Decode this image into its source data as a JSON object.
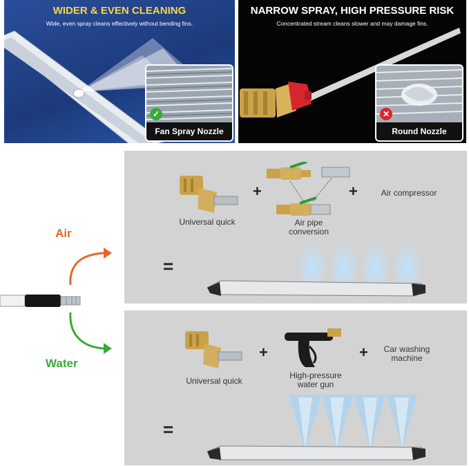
{
  "left_panel": {
    "title": "WIDER & EVEN CLEANING",
    "subtitle": "Wide, even spray cleans effectively without bending fins.",
    "inset_label": "Fan Spray Nozzle"
  },
  "right_panel": {
    "title": "NARROW SPRAY, HIGH PRESSURE RISK",
    "subtitle": "Concentrated stream cleans slower and may damage fins.",
    "inset_label": "Round Nozzle"
  },
  "air_row": {
    "side_label": "Air",
    "universal_label": "Universal quick",
    "conversion_label": "Air pipe conversion",
    "compressor_label": "Air compressor",
    "plus": "+",
    "equals": "="
  },
  "water_row": {
    "side_label": "Water",
    "universal_label": "Universal quick",
    "gun_label": "High-pressure water gun",
    "machine_label": "Car washing machine",
    "plus": "+",
    "equals": "="
  },
  "colors": {
    "air_accent": "#e8652a",
    "water_accent": "#3aaa35",
    "brass": "#c9a24a",
    "nozzle_red": "#d8262f",
    "title_yellow": "#f6d54c"
  },
  "icons": [
    "check-icon",
    "cross-icon",
    "arrow-curve-icon",
    "quick-connector-icon",
    "ball-valve-icon",
    "water-gun-icon",
    "wand-icon"
  ]
}
